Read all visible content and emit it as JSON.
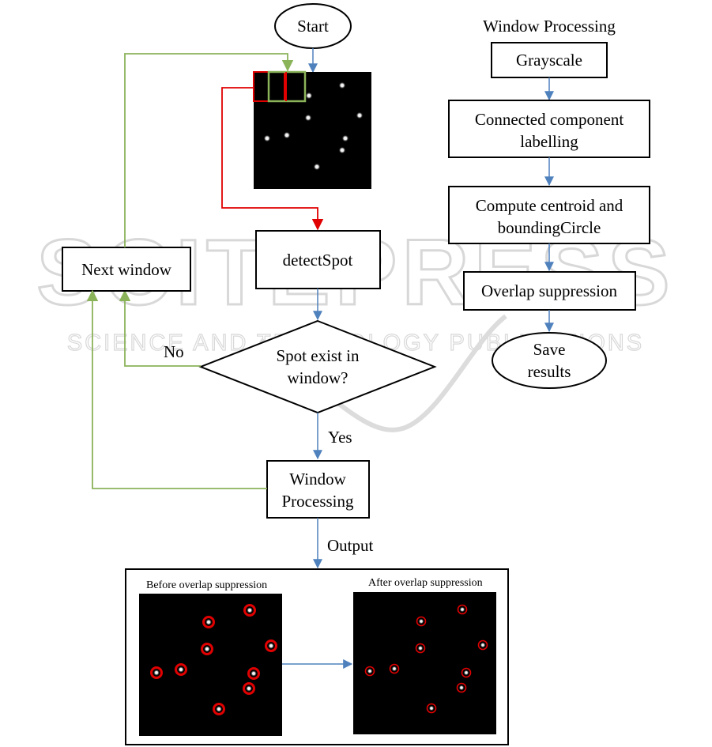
{
  "watermark": {
    "logo_text": "SCITEPRESS",
    "tagline": "SCIENCE AND TECHNOLOGY PUBLICATIONS"
  },
  "flow": {
    "start": "Start",
    "detect_spot": "detectSpot",
    "decision_line1": "Spot exist in",
    "decision_line2": "window?",
    "next_window": "Next window",
    "no_label": "No",
    "yes_label": "Yes",
    "window_processing_line1": "Window",
    "window_processing_line2": "Processing",
    "output_label": "Output"
  },
  "window_processing": {
    "title": "Window Processing",
    "grayscale": "Grayscale",
    "connected_line1": "Connected component",
    "connected_line2": "labelling",
    "centroid_line1": "Compute centroid and",
    "centroid_line2": "boundingCircle",
    "overlap": "Overlap suppression",
    "save_line1": "Save",
    "save_line2": "results"
  },
  "output_panel": {
    "before_caption": "Before overlap suppression",
    "after_caption": "After overlap suppression"
  },
  "colors": {
    "blue_arrow": "#4f81bd",
    "green_line": "#8bb35a",
    "red_line": "#e00000"
  }
}
